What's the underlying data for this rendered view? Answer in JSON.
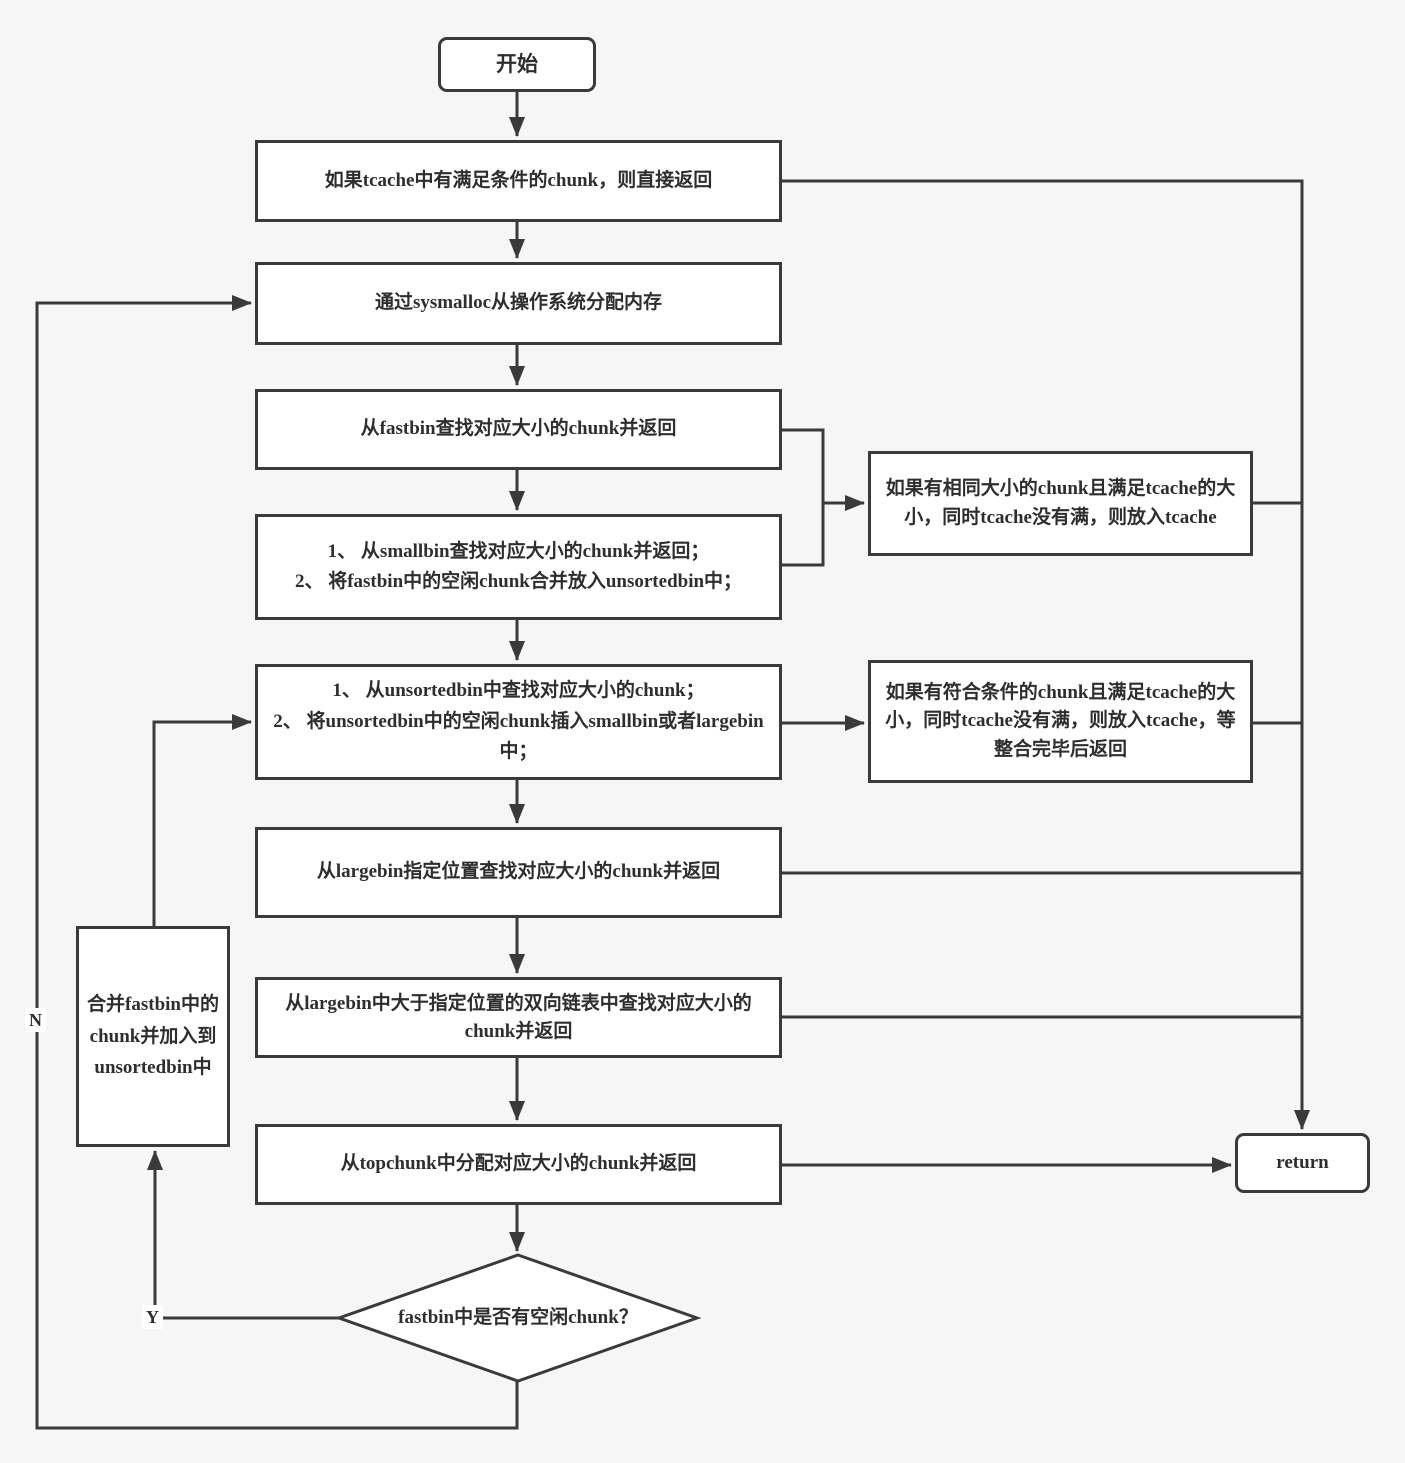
{
  "diagram": {
    "title_hint": "malloc allocation flowchart",
    "colors": {
      "background": "#f6f6f7",
      "node_fill": "#ffffff",
      "stroke": "#3a3a3a",
      "text": "#2e2e2e"
    },
    "nodes": {
      "start": {
        "label": "开始"
      },
      "tcache_check": {
        "label": "如果tcache中有满足条件的chunk，则直接返回"
      },
      "sysmalloc": {
        "label": "通过sysmalloc从操作系统分配内存"
      },
      "fastbin": {
        "label": "从fastbin查找对应大小的chunk并返回"
      },
      "smallbin": {
        "lines": [
          "1、 从smallbin查找对应大小的chunk并返回；",
          "2、 将fastbin中的空闲chunk合并放入unsortedbin中；"
        ]
      },
      "unsortedbin": {
        "lines": [
          "1、 从unsortedbin中查找对应大小的chunk；",
          "2、 将unsortedbin中的空闲chunk插入smallbin或者largebin中；"
        ]
      },
      "largebin_exact": {
        "label": "从largebin指定位置查找对应大小的chunk并返回"
      },
      "largebin_greater": {
        "label": "从largebin中大于指定位置的双向链表中查找对应大小的chunk并返回"
      },
      "topchunk": {
        "label": "从topchunk中分配对应大小的chunk并返回"
      },
      "fastbin_decision": {
        "label": "fastbin中是否有空闲chunk？"
      },
      "merge_fastbin": {
        "label": "合并fastbin中的chunk并加入到unsortedbin中"
      },
      "tcache_fill_same": {
        "label": "如果有相同大小的chunk且满足tcache的大小，同时tcache没有满，则放入tcache"
      },
      "tcache_fill_match": {
        "label": "如果有符合条件的chunk且满足tcache的大小，同时tcache没有满，则放入tcache，等整合完毕后返回"
      },
      "return": {
        "label": "return"
      }
    },
    "edge_labels": {
      "yes": "Y",
      "no": "N"
    }
  }
}
